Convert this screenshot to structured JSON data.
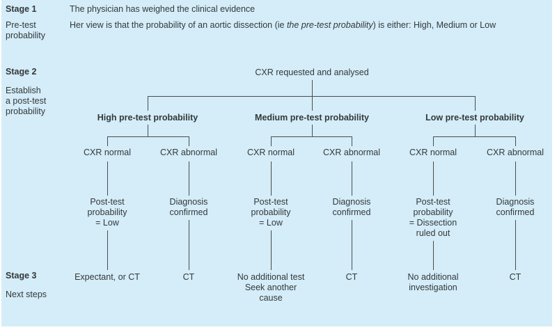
{
  "colors": {
    "page_background": "#ffffff",
    "panel_background": "#d4edf8",
    "line": "#474c4f",
    "text": "#33383b"
  },
  "stage1": {
    "label": "Stage 1",
    "sublabel_lines": [
      "Pre-test",
      "probability"
    ],
    "evidence_text": "The physician has weighed the clinical evidence",
    "view_pre": "Her view is that the probability of an aortic dissection (ie",
    "view_italic": " the pre-test probability",
    "view_post": ") is either: High, Medium or Low"
  },
  "stage2": {
    "label": "Stage 2",
    "sublabel_lines": [
      "Establish",
      "a post-test",
      "probability"
    ],
    "root_node": "CXR requested and analysed",
    "branches": [
      {
        "label": "High pre-test probability"
      },
      {
        "label": "Medium pre-test probability"
      },
      {
        "label": "Low pre-test probability"
      }
    ],
    "columns": [
      {
        "cxr": "CXR normal",
        "outcome_lines": [
          "Post-test",
          "probability",
          "= Low"
        ],
        "next_lines": [
          "Expectant, or CT"
        ]
      },
      {
        "cxr": "CXR abnormal",
        "outcome_lines": [
          "Diagnosis",
          "confirmed"
        ],
        "next_lines": [
          "CT"
        ]
      },
      {
        "cxr": "CXR normal",
        "outcome_lines": [
          "Post-test",
          "probability",
          "= Low"
        ],
        "next_lines": [
          "No additional test",
          "Seek another",
          "cause"
        ]
      },
      {
        "cxr": "CXR abnormal",
        "outcome_lines": [
          "Diagnosis",
          "confirmed"
        ],
        "next_lines": [
          "CT"
        ]
      },
      {
        "cxr": "CXR normal",
        "outcome_lines": [
          "Post-test",
          "probability",
          "= Dissection",
          "ruled out"
        ],
        "next_lines": [
          "No additional",
          "investigation"
        ]
      },
      {
        "cxr": "CXR abnormal",
        "outcome_lines": [
          "Diagnosis",
          "confirmed"
        ],
        "next_lines": [
          "CT"
        ]
      }
    ]
  },
  "stage3": {
    "label": "Stage 3",
    "sublabel": "Next steps"
  }
}
